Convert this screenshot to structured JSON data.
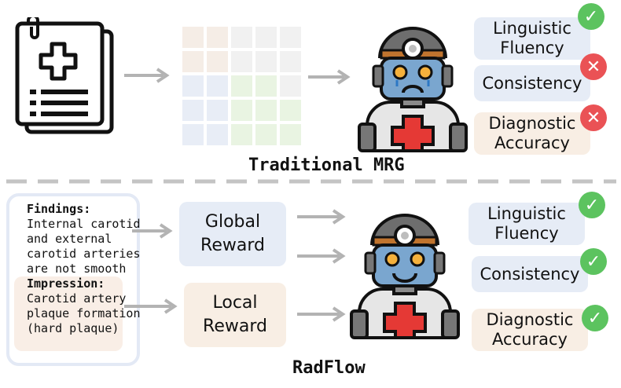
{
  "top": {
    "caption": "Traditional MRG",
    "metrics": [
      {
        "label_1": "Linguistic",
        "label_2": "Fluency",
        "status": "check"
      },
      {
        "label_1": "Consistency",
        "label_2": "",
        "status": "cross"
      },
      {
        "label_1": "Diagnostic",
        "label_2": "Accuracy",
        "status": "cross"
      }
    ]
  },
  "bottom": {
    "caption": "RadFlow",
    "report": {
      "findings_title": "Findings:",
      "findings_lines": [
        "Internal carotid",
        "and external",
        "carotid arteries",
        "are not smooth"
      ],
      "impression_title": "Impression:",
      "impression_lines": [
        "Carotid artery",
        "plaque formation",
        "(hard plaque)"
      ]
    },
    "global_reward": {
      "line_1": "Global",
      "line_2": "Reward"
    },
    "local_reward": {
      "line_1": "Local",
      "line_2": "Reward"
    },
    "metrics": [
      {
        "label_1": "Linguistic",
        "label_2": "Fluency",
        "status": "check"
      },
      {
        "label_1": "Consistency",
        "label_2": "",
        "status": "check"
      },
      {
        "label_1": "Diagnostic",
        "label_2": "Accuracy",
        "status": "check"
      }
    ]
  },
  "icons": {
    "check": "✓",
    "cross": "✕"
  },
  "colors": {
    "fluency_box": "#e6ecf6",
    "accuracy_box": "#f8eee4",
    "check": "#5cc35f",
    "cross": "#ea5255",
    "arrow": "#b3b3b3",
    "divider": "#c4c4c4"
  }
}
